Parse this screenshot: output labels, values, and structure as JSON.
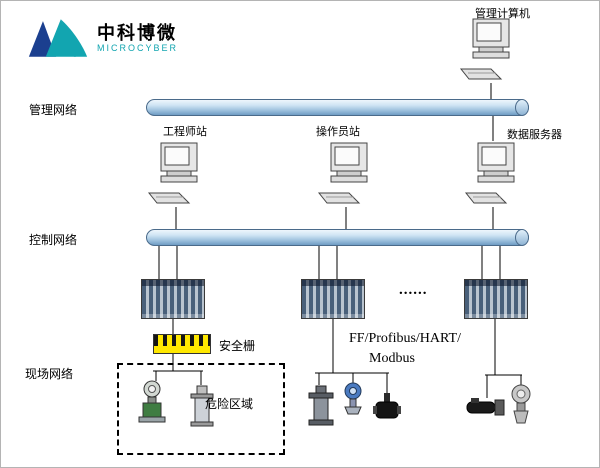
{
  "logo": {
    "brand_cn": "中科博微",
    "brand_en": "MICROCYBER"
  },
  "labels": {
    "mgmt_computer": "管理计算机",
    "mgmt_network": "管理网络",
    "engineer_station": "工程师站",
    "operator_station": "操作员站",
    "data_server": "数据服务器",
    "control_network": "控制网络",
    "controllers_ellipsis": "......",
    "safety_barrier": "安全栅",
    "field_network": "现场网络",
    "fieldbus_protocols_line1": "FF/Profibus/HART/",
    "fieldbus_protocols_line2": "Modbus",
    "hazardous_area": "危险区域"
  },
  "colors": {
    "bus_border": "#4a6a8a",
    "bus_fill_top": "#eef6fc",
    "bus_fill_bottom": "#6f9cc4",
    "logo_blue": "#1b3f8f",
    "logo_teal": "#12a5b0",
    "barrier_yellow": "#ffe800",
    "line": "#000000"
  }
}
